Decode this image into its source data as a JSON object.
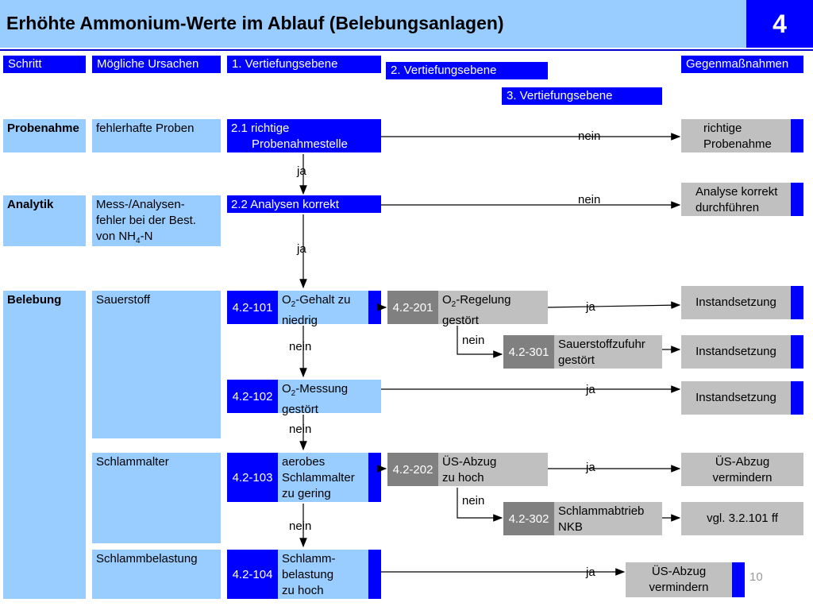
{
  "title": "Erhöhte Ammonium-Werte im Ablauf (Belebungsanlagen)",
  "slide_chapter": "4",
  "page_number": "10",
  "headers": {
    "schritt": "Schritt",
    "ursachen": "Mögliche Ursachen",
    "ebene1": "1. Vertiefungsebene",
    "ebene2": "2. Vertiefungsebene",
    "ebene3": "3. Vertiefungsebene",
    "gegen": "Gegenmaßnahmen"
  },
  "steps": {
    "probenahme": "Probenahme",
    "analytik": "Analytik",
    "belebung": "Belebung"
  },
  "causes": {
    "proben_line1": "fehlerhafte Proben",
    "analysen_line1": "Mess-/Analysen-",
    "analysen_line2": "fehler bei der Best.",
    "analysen_line3_pre": "von NH",
    "analysen_line3_sub": "4",
    "analysen_line3_post": "-N",
    "sauerstoff": "Sauerstoff",
    "schlammalter": "Schlammalter",
    "schlammbelastung": "Schlammbelastung"
  },
  "level1": {
    "b21_line1": "2.1 richtige",
    "b21_line2": "Probenahmestelle",
    "b22": "2.2 Analysen korrekt",
    "r101_id": "4.2-101",
    "r101_l1_pre": "O",
    "r101_l1_sub": "2",
    "r101_l1_post": "-Gehalt zu",
    "r101_l2": "niedrig",
    "r102_id": "4.2-102",
    "r102_l1_pre": "O",
    "r102_l1_sub": "2",
    "r102_l1_post": "-Messung",
    "r102_l2": "gestört",
    "r103_id": "4.2-103",
    "r103_l1": "aerobes",
    "r103_l2": "Schlammalter",
    "r103_l3": "zu gering",
    "r104_id": "4.2-104",
    "r104_l1": "Schlamm-",
    "r104_l2": "belastung",
    "r104_l3": "zu hoch"
  },
  "level2": {
    "r201_id": "4.2-201",
    "r201_l1_pre": "O",
    "r201_l1_sub": "2",
    "r201_l1_post": "-Regelung",
    "r201_l2": "gestört",
    "r202_id": "4.2-202",
    "r202_l1": "ÜS-Abzug",
    "r202_l2": "zu hoch"
  },
  "level3": {
    "r301_id": "4.2-301",
    "r301_l1": "Sauerstoffzufuhr",
    "r301_l2": "gestört",
    "r302_id": "4.2-302",
    "r302_l1": "Schlammabtrieb",
    "r302_l2": "NKB"
  },
  "measures": {
    "m1_l1": "richtige",
    "m1_l2": "Probenahme",
    "m2_l1": "Analyse korrekt",
    "m2_l2": "durchführen",
    "m3": "Instandsetzung",
    "m4": "Instandsetzung",
    "m5": "Instandsetzung",
    "m6_l1": "ÜS-Abzug",
    "m6_l2": "vermindern",
    "m7": "vgl. 3.2.101 ff",
    "m8_l1": "ÜS-Abzug",
    "m8_l2": "vermindern"
  },
  "flow": {
    "ja": "ja",
    "nein": "nein"
  },
  "colors": {
    "light_blue": "#99ccff",
    "dark_blue": "#0000ff",
    "light_gray": "#c0c0c0",
    "dark_gray": "#808080"
  }
}
